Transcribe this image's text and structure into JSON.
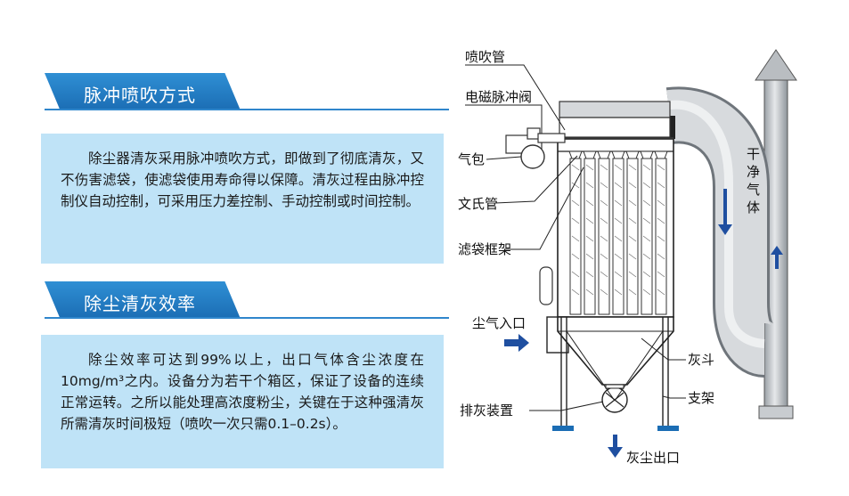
{
  "sections": [
    {
      "title": "脉冲喷吹方式",
      "body": "除尘器清灰采用脉冲喷吹方式，即做到了彻底清灰，又不伤害滤袋，使滤袋使用寿命得以保障。清灰过程由脉冲控制仪自动控制，可采用压力差控制、手动控制或时间控制。"
    },
    {
      "title": "除尘清灰效率",
      "body": "除尘效率可达到99%以上，出口气体含尘浓度在10mg/m³之内。设备分为若干个箱区，保证了设备的连续正常运转。之所以能处理高浓度粉尘，关键在于这种强清灰所需清灰时间极短（喷吹一次只需0.1–0.2s）。"
    }
  ],
  "diagram": {
    "labels": {
      "blow_pipe": "喷吹管",
      "pulse_valve": "电磁脉冲阀",
      "air_bag": "气包",
      "venturi": "文氏管",
      "bag_frame": "滤袋框架",
      "inlet": "尘气入口",
      "hopper": "灰斗",
      "support": "支架",
      "discharge": "排灰装置",
      "dust_outlet": "灰尘出口"
    },
    "clean_gas": [
      "干",
      "净",
      "气",
      "体"
    ]
  },
  "colors": {
    "accent": "#1b6db4",
    "box": "#bfe3f7",
    "arrow": "#1f4fa0"
  }
}
